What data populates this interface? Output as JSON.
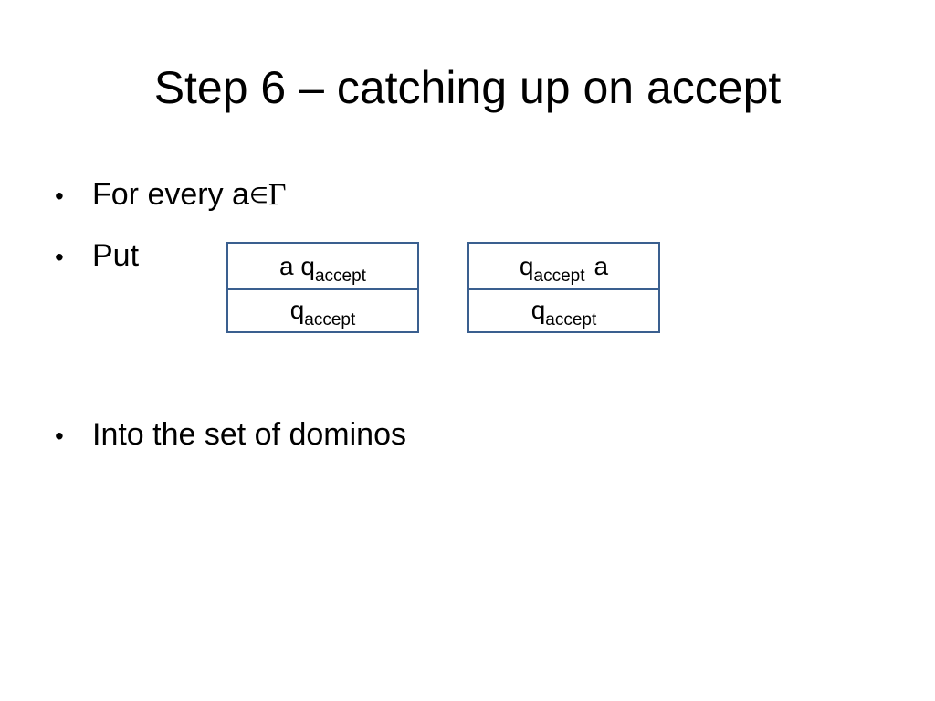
{
  "slide": {
    "title": "Step 6 – catching up on accept"
  },
  "bullets": [
    {
      "bullet": "•",
      "prefix": "For every a",
      "elem_symbol": "∈",
      "gamma_symbol": "Γ"
    },
    {
      "bullet": "•",
      "text": "Put"
    },
    {
      "bullet": "•",
      "text": "Into the set of dominos"
    }
  ],
  "dominos": [
    {
      "top": {
        "pre": "a q",
        "sub": "accept",
        "post": ""
      },
      "bottom": {
        "pre": "q",
        "sub": "accept"
      }
    },
    {
      "top": {
        "pre": "q",
        "sub": "accept",
        "post": "a"
      },
      "bottom": {
        "pre": "q",
        "sub": "accept"
      }
    }
  ],
  "colors": {
    "domino_border": "#3a5f8f",
    "text": "#000000",
    "background": "#ffffff"
  }
}
